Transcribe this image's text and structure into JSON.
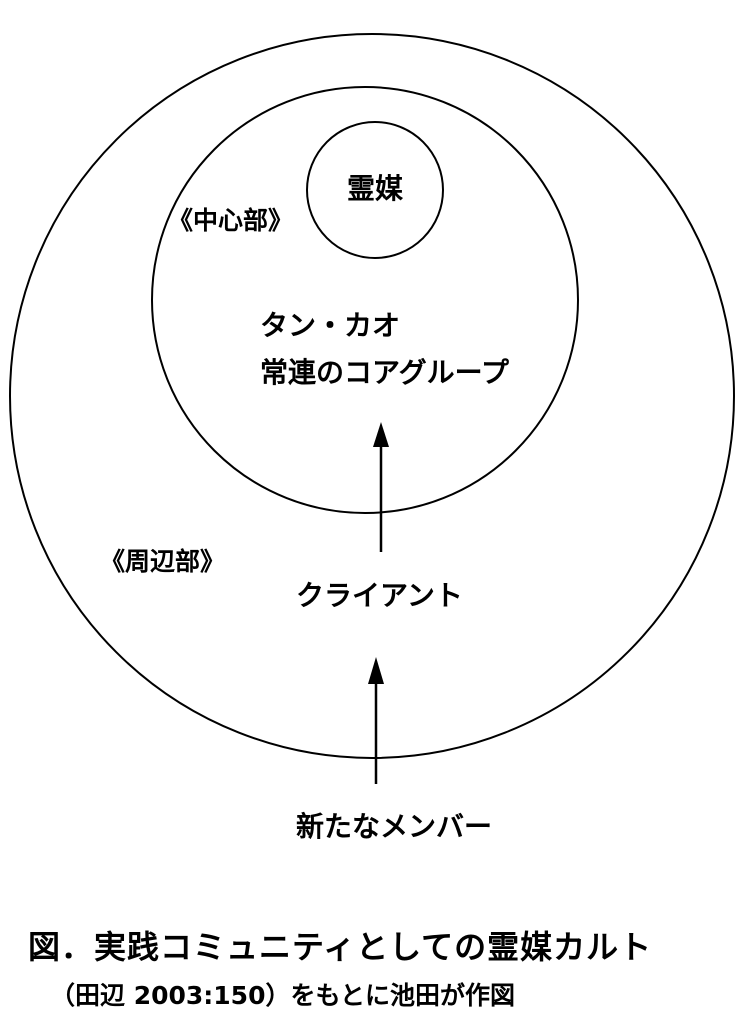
{
  "diagram": {
    "medium_label": "霊媒",
    "core_label": "《中心部》",
    "core_group_line1": "タン・カオ",
    "core_group_line2": "常連のコアグループ",
    "periphery_label": "《周辺部》",
    "client_label": "クライアント",
    "newcomer_label": "新たなメンバー"
  },
  "caption": {
    "title": "図．実践コミュニティとしての霊媒カルト",
    "source": "（田辺 2003:150）をもとに池田が作図"
  },
  "colors": {
    "line": "#000000",
    "background": "#ffffff"
  }
}
